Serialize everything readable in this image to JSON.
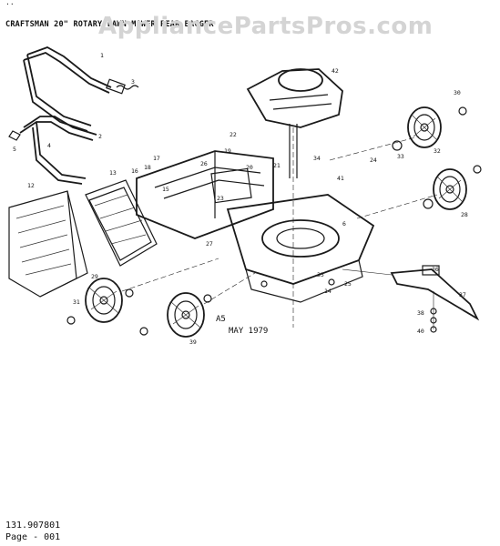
{
  "header": {
    "corner_text": "··",
    "title": "CRAFTSMAN 20\" ROTARY LAWN MOWER REAR BAGGER",
    "watermark": "AppliancePartsPros.com"
  },
  "diagram": {
    "callouts": [
      "1",
      "3",
      "2",
      "5",
      "4",
      "6",
      "12",
      "13",
      "14",
      "15",
      "16",
      "17",
      "18",
      "19",
      "20",
      "21",
      "22",
      "23",
      "24",
      "25",
      "26",
      "27",
      "28",
      "29",
      "30",
      "31",
      "32",
      "33",
      "34",
      "35",
      "36",
      "37",
      "38",
      "39",
      "40",
      "41",
      "42"
    ],
    "date_stamp": "MAY 1979",
    "ref_mark": "A5"
  },
  "footer": {
    "model": "131.907801",
    "page": "Page - 001"
  }
}
